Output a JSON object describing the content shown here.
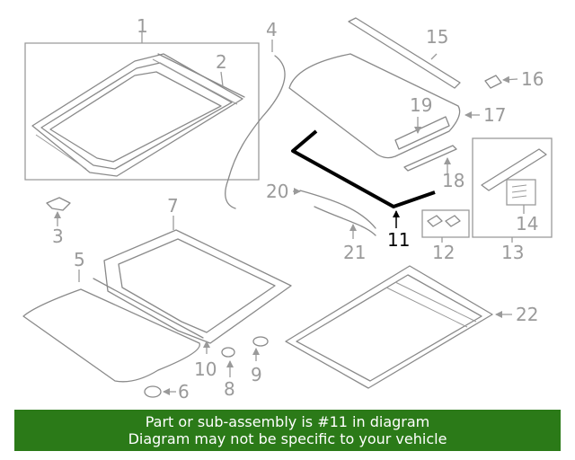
{
  "callouts": {
    "p1": "1",
    "p2": "2",
    "p3": "3",
    "p4": "4",
    "p5": "5",
    "p6": "6",
    "p7": "7",
    "p8": "8",
    "p9": "9",
    "p10": "10",
    "p11": "11",
    "p12": "12",
    "p13": "13",
    "p14": "14",
    "p15": "15",
    "p16": "16",
    "p17": "17",
    "p18": "18",
    "p19": "19",
    "p20": "20",
    "p21": "21",
    "p22": "22"
  },
  "highlight": {
    "part": "11",
    "color": "#000000"
  },
  "footer": {
    "line1": "Part or sub-assembly is #11 in diagram",
    "line2": "Diagram may not be specific to your vehicle",
    "bg": "#2b7a18"
  }
}
